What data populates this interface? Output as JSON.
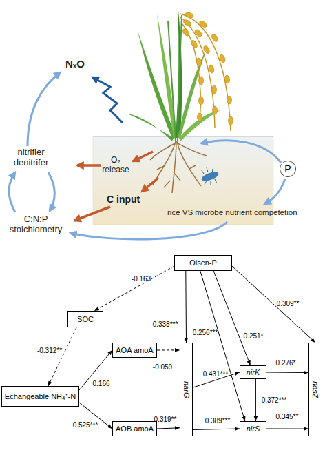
{
  "diagram": {
    "nodes": [
      {
        "text": [
          "P"
        ]
      },
      {
        "text": [
          "Olsen-P"
        ]
      },
      {
        "text": [
          "SOC"
        ]
      },
      {
        "text": [
          "Echangeable NH₄⁺-N"
        ]
      },
      {
        "text": [
          "AOA amoA"
        ]
      },
      {
        "text": [
          "AOB amoA"
        ]
      },
      {
        "text": [
          "narG"
        ]
      },
      {
        "text": [
          "nirK"
        ]
      },
      {
        "text": [
          "nirS"
        ]
      },
      {
        "text": [
          "nosZ"
        ]
      }
    ],
    "edges": [
      {
        "from": 1,
        "to": 2,
        "arrow": "to",
        "label": "-0.163"
      },
      {
        "from": 2,
        "to": 3,
        "arrow": "to",
        "label": "-0.312**"
      },
      {
        "from": 3,
        "to": 4,
        "arrow": "to",
        "label": "0.166"
      },
      {
        "from": 3,
        "to": 5,
        "arrow": "to",
        "label": "0.525***"
      },
      {
        "from": 4,
        "to": 6,
        "arrow": "to",
        "label": "-0.059"
      },
      {
        "from": 5,
        "to": 6,
        "arrow": "to",
        "label": "0.319**"
      },
      {
        "from": 1,
        "to": 6,
        "arrow": "to",
        "label": "0.338***"
      },
      {
        "from": 1,
        "to": 8,
        "arrow": "to",
        "label": "0.256***"
      },
      {
        "from": 1,
        "to": 7,
        "arrow": "to",
        "label": "0.251*"
      },
      {
        "from": 1,
        "to": 9,
        "arrow": "to",
        "label": "0.309**"
      },
      {
        "from": 6,
        "to": 7,
        "arrow": "to",
        "label": "0.431***"
      },
      {
        "from": 6,
        "to": 8,
        "arrow": "to",
        "label": "0.389***"
      },
      {
        "from": 7,
        "to": 8,
        "arrow": "to",
        "label": "0.372***"
      },
      {
        "from": 7,
        "to": 9,
        "arrow": "to",
        "label": "0.276*"
      },
      {
        "from": 8,
        "to": 9,
        "arrow": "to",
        "label": "0.345**"
      }
    ],
    "labels": [
      "NₓO",
      "nitrifier denitrifer",
      "O₂ release",
      "C input",
      "C:N:P stoichiometry",
      "rice VS microbe nutrient competetion"
    ]
  }
}
